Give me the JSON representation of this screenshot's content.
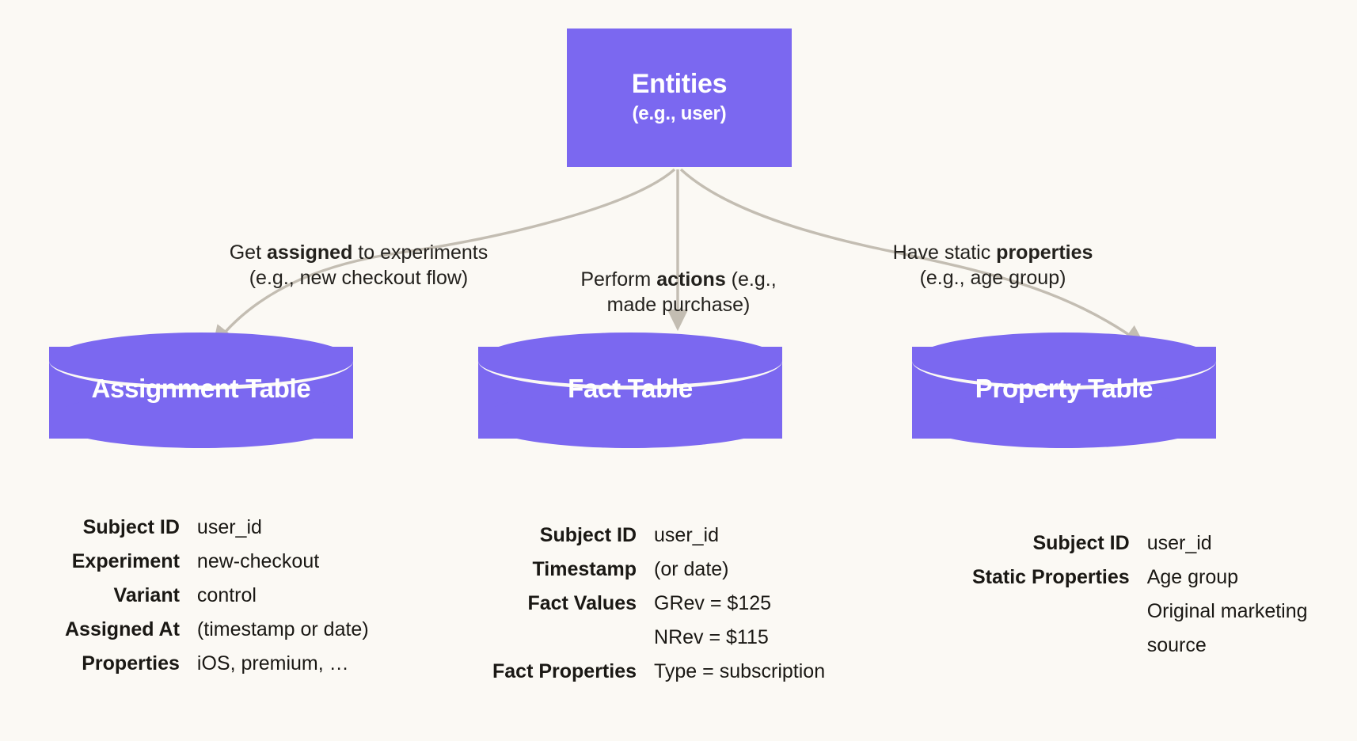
{
  "theme": {
    "background": "#FBF9F4",
    "accent_purple": "#7B68F0",
    "text": "#1A1814",
    "connector": "#C3BDB2"
  },
  "entity": {
    "title": "Entities",
    "subtitle": "(e.g., user)"
  },
  "edges": [
    {
      "id": "assignment",
      "line1_prefix": "Get ",
      "line1_bold": "assigned",
      "line1_suffix": " to experiments",
      "line2": "(e.g., new checkout flow)"
    },
    {
      "id": "fact",
      "line1_prefix": "Perform ",
      "line1_bold": "actions",
      "line1_suffix": " (e.g.,",
      "line2": "made purchase)"
    },
    {
      "id": "property",
      "line1_prefix": "Have static ",
      "line1_bold": "properties",
      "line1_suffix": "",
      "line2": "(e.g., age group)"
    }
  ],
  "tables": [
    {
      "id": "assignment",
      "title": "Assignment Table",
      "fields": [
        {
          "key": "Subject ID",
          "value": "user_id"
        },
        {
          "key": "Experiment",
          "value": "new-checkout"
        },
        {
          "key": "Variant",
          "value": "control"
        },
        {
          "key": "Assigned At",
          "value": "(timestamp or date)"
        },
        {
          "key": "Properties",
          "value": "iOS, premium, …"
        }
      ]
    },
    {
      "id": "fact",
      "title": "Fact Table",
      "fields": [
        {
          "key": "Subject ID",
          "value": "user_id"
        },
        {
          "key": "Timestamp",
          "value": "(or date)"
        },
        {
          "key": "Fact Values",
          "value": "GRev = $125\nNRev = $115"
        },
        {
          "key": "Fact Properties",
          "value": "Type = subscription"
        }
      ]
    },
    {
      "id": "property",
      "title": "Property Table",
      "fields": [
        {
          "key": "Subject ID",
          "value": "user_id"
        },
        {
          "key": "Static Properties",
          "value": "Age group"
        },
        {
          "key": "",
          "value": "Original marketing source"
        }
      ]
    }
  ]
}
